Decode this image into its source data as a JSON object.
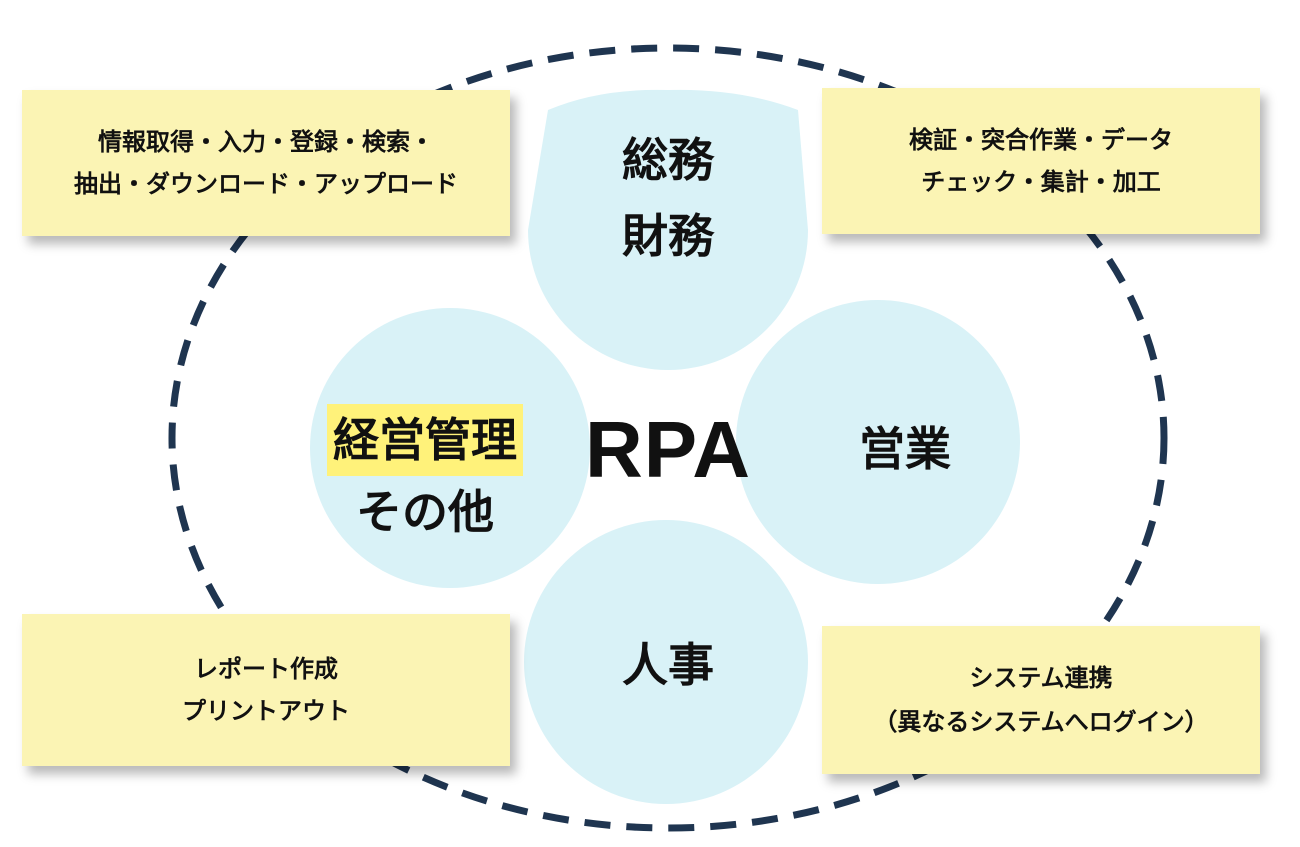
{
  "center": {
    "label": "RPA"
  },
  "departments": {
    "top": {
      "line1": "総務",
      "line2": "財務"
    },
    "right": {
      "line1": "営業"
    },
    "bottom": {
      "line1": "人事"
    },
    "left": {
      "line1": "経営管理",
      "line2": "その他"
    }
  },
  "tasks": {
    "top_left": {
      "line1": "情報取得・入力・登録・検索・",
      "line2": "抽出・ダウンロード・アップロード"
    },
    "top_right": {
      "line1": "検証・突合作業・データ",
      "line2": "チェック・集計・加工"
    },
    "bottom_left": {
      "line1": "レポート作成",
      "line2": "プリントアウト"
    },
    "bottom_right": {
      "line1": "システム連携",
      "line2": "（異なるシステムへログイン）"
    }
  },
  "colors": {
    "circle_fill": "#d9f2f7",
    "dashed_ring": "#1f3550",
    "box_fill": "#fbf4b4",
    "highlight": "#fff27a",
    "text": "#111111"
  }
}
